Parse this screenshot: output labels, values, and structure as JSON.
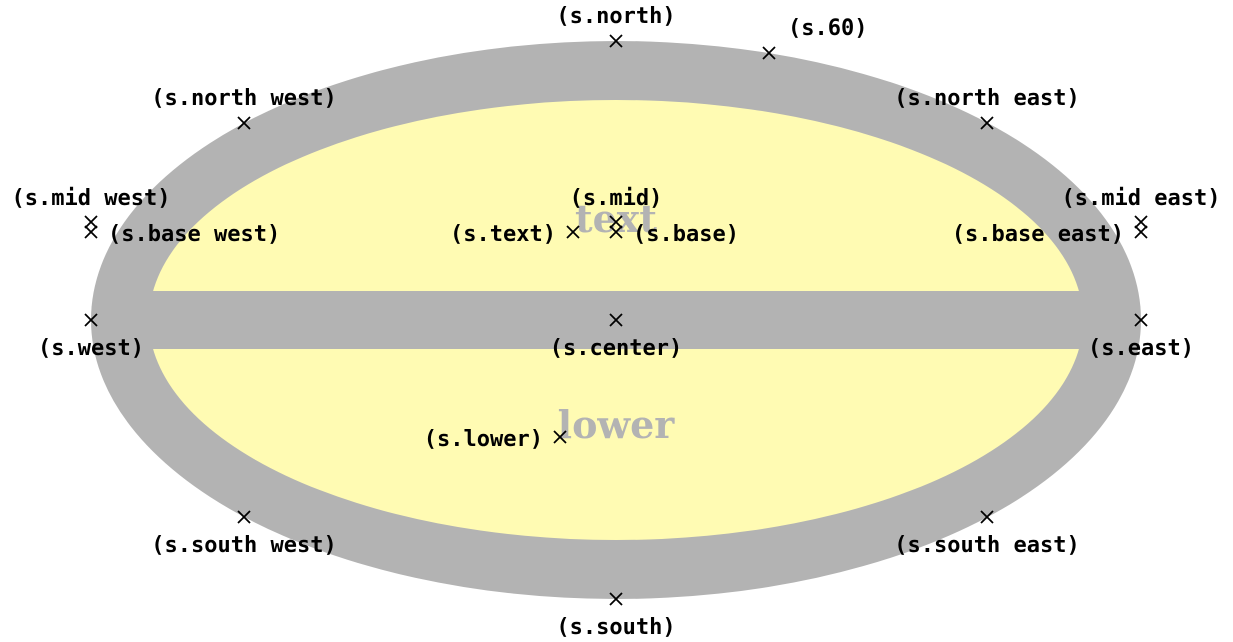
{
  "colors": {
    "outer_fill": "#b3b3b3",
    "inner_fill": "#fffbb3",
    "part_text": "#b3b3b3",
    "marker": "#000000"
  },
  "parts": {
    "text": "text",
    "lower": "lower"
  },
  "anchors": [
    {
      "id": "north",
      "label": "(s.north)"
    },
    {
      "id": "60",
      "label": "(s.60)"
    },
    {
      "id": "north-west",
      "label": "(s.north west)"
    },
    {
      "id": "north-east",
      "label": "(s.north east)"
    },
    {
      "id": "mid-west",
      "label": "(s.mid west)"
    },
    {
      "id": "mid",
      "label": "(s.mid)"
    },
    {
      "id": "mid-east",
      "label": "(s.mid east)"
    },
    {
      "id": "base-west",
      "label": "(s.base west)"
    },
    {
      "id": "text",
      "label": "(s.text)"
    },
    {
      "id": "base",
      "label": "(s.base)"
    },
    {
      "id": "base-east",
      "label": "(s.base east)"
    },
    {
      "id": "west",
      "label": "(s.west)"
    },
    {
      "id": "center",
      "label": "(s.center)"
    },
    {
      "id": "east",
      "label": "(s.east)"
    },
    {
      "id": "lower",
      "label": "(s.lower)"
    },
    {
      "id": "south-west",
      "label": "(s.south west)"
    },
    {
      "id": "south-east",
      "label": "(s.south east)"
    },
    {
      "id": "south",
      "label": "(s.south)"
    }
  ]
}
